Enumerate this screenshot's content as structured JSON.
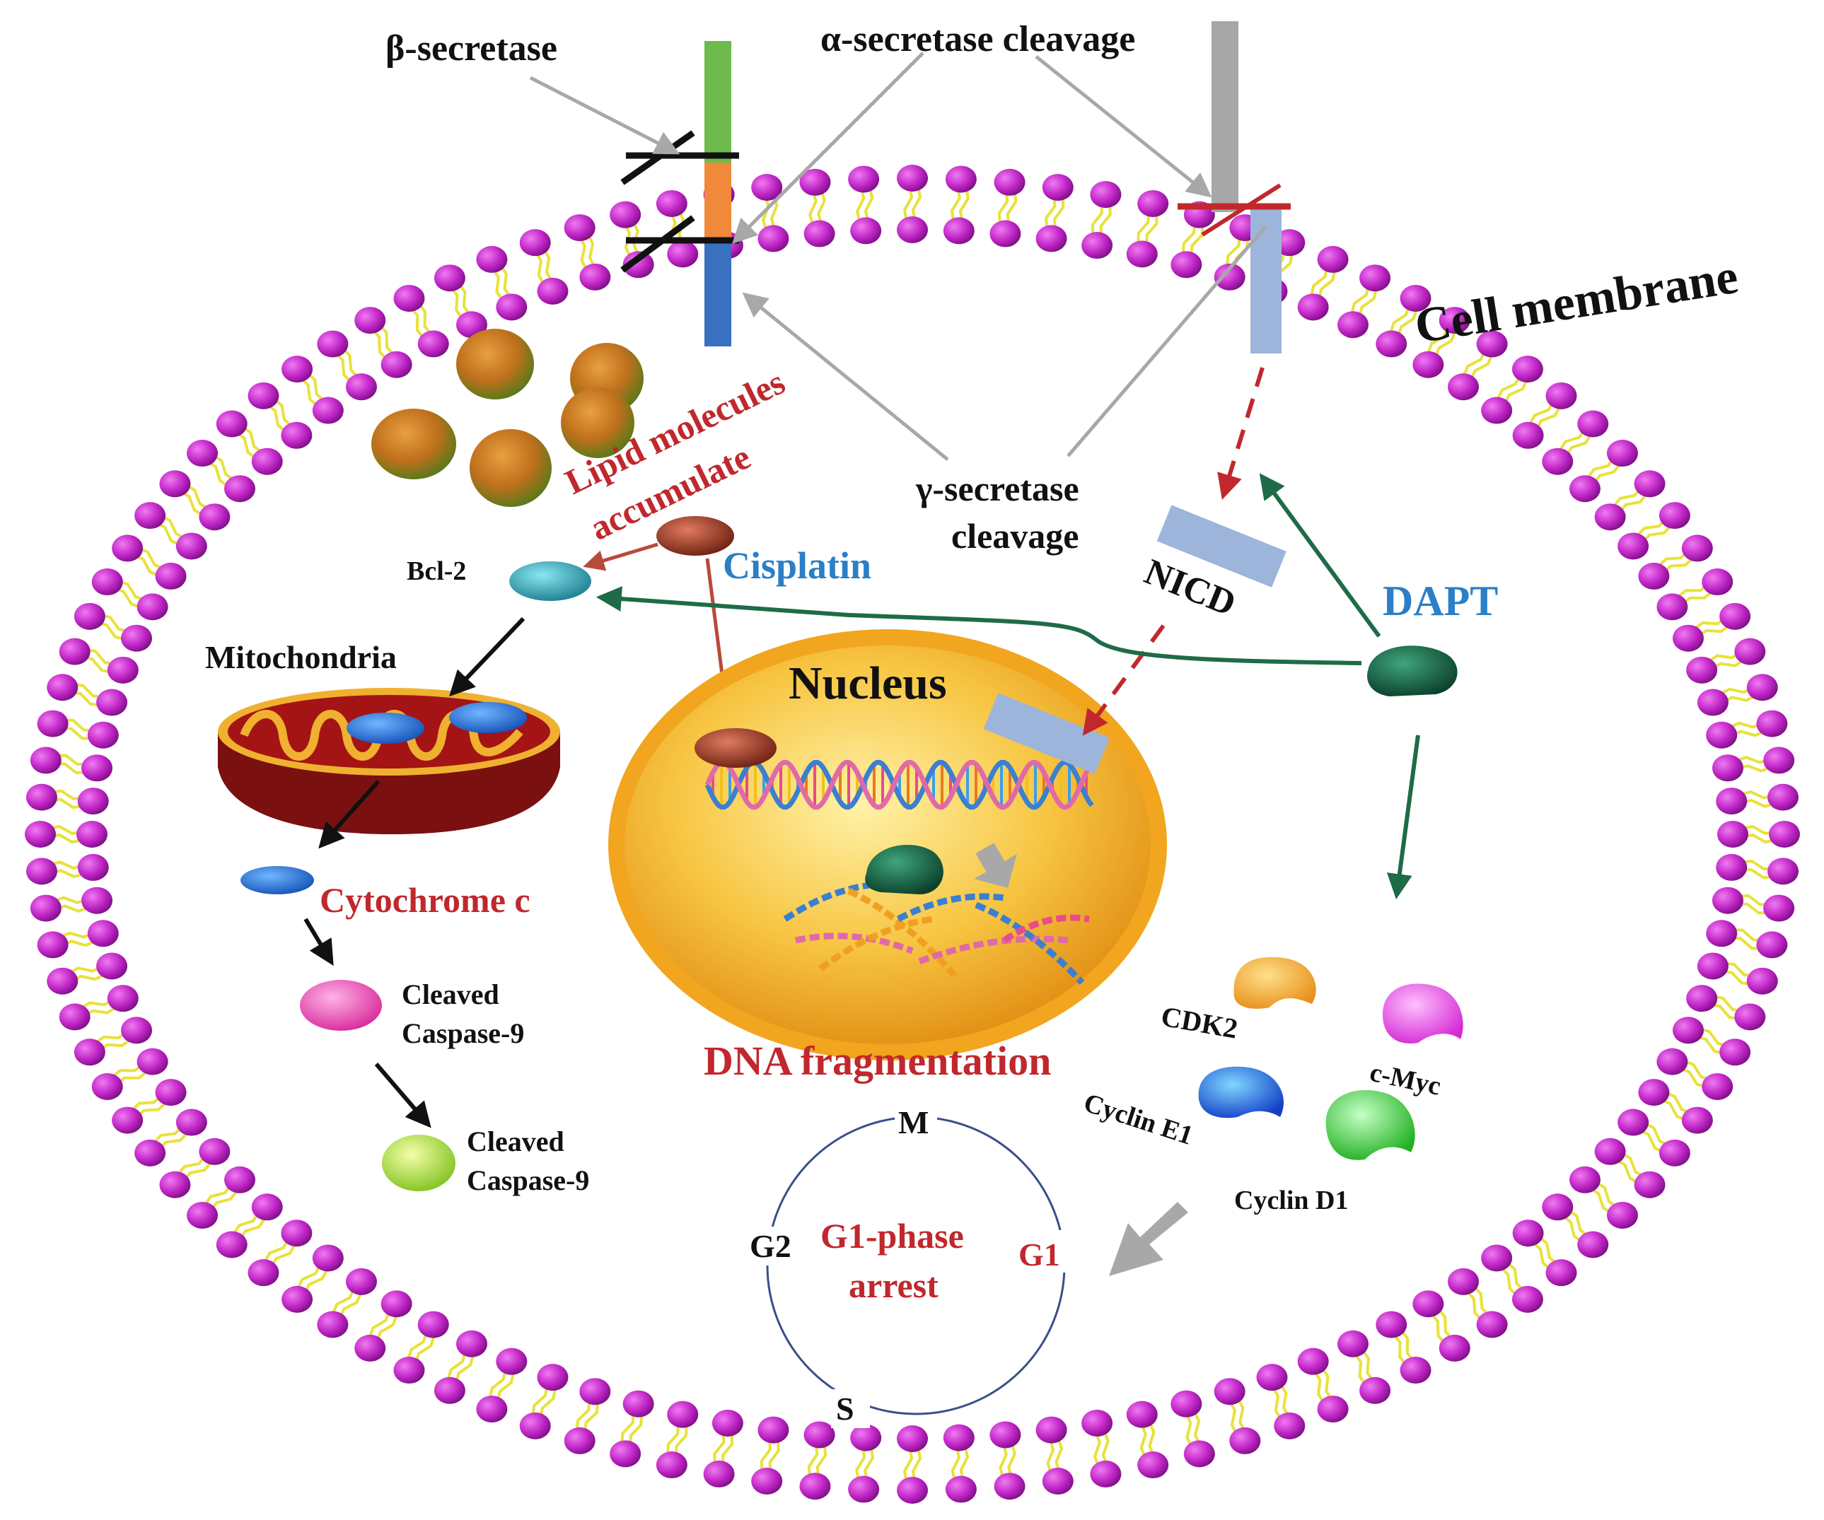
{
  "labels": {
    "beta_secretase": "β-secretase",
    "alpha_secretase": "α-secretase cleavage",
    "cell_membrane": "Cell membrane",
    "lipid_line1": "Lipid molecules",
    "lipid_line2": "accumulate",
    "gamma_line1": "γ-secretase",
    "gamma_line2": "cleavage",
    "nicd": "NICD",
    "dapt": "DAPT",
    "bcl2": "Bcl-2",
    "cisplatin": "Cisplatin",
    "mitochondria": "Mitochondria",
    "nucleus": "Nucleus",
    "cytochrome": "Cytochrome c",
    "caspase1_line1": "Cleaved",
    "caspase1_line2": "Caspase-9",
    "caspase2_line1": "Cleaved",
    "caspase2_line2": "Caspase-9",
    "dna_frag": "DNA fragmentation",
    "cdk2": "CDK2",
    "cmyc": "c-Myc",
    "cyclin_e1": "Cyclin E1",
    "cyclin_d1": "Cyclin D1",
    "phase_m": "M",
    "phase_g2": "G2",
    "phase_g1": "G1",
    "phase_s": "S",
    "arrest_line1": "G1-phase",
    "arrest_line2": "arrest"
  },
  "colors": {
    "lipid_head": "#c026c6",
    "lipid_tail": "#e8e23a",
    "label_red": "#c0282d",
    "label_blue": "#2a7fc6",
    "arrow_green": "#1f6b47",
    "arrow_red": "#c0282d",
    "arrow_gray": "#a8a8a8",
    "nucleus_fill": "#f2a51e"
  }
}
